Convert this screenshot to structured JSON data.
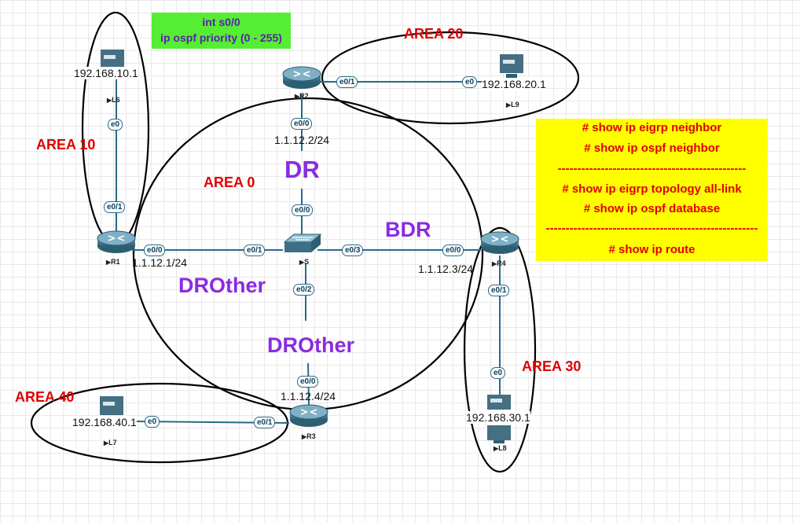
{
  "notes": {
    "interface_note": {
      "line1": "int s0/0",
      "line2": "ip ospf priority (0 - 255)"
    },
    "commands": {
      "cmd1": "# show ip eigrp neighbor",
      "cmd2": "# show ip ospf neighbor",
      "sep1": "------------------------------------------------",
      "cmd3": "# show ip eigrp topology all-link",
      "cmd4": "# show ip ospf database",
      "sep2": "------------------------------------------------------",
      "cmd5": "# show ip route"
    }
  },
  "areas": {
    "area0": "AREA 0",
    "area10": "AREA 10",
    "area20": "AREA 20",
    "area30": "AREA 30",
    "area40": "AREA 40"
  },
  "roles": {
    "dr": "DR",
    "bdr": "BDR",
    "drother_r1": "DROther",
    "drother_r3": "DROther"
  },
  "nodes": {
    "l6": {
      "name": "L6",
      "ip": "192.168.10.1",
      "port": "e0"
    },
    "l9": {
      "name": "L9",
      "ip": "192.168.20.1",
      "port": "e0"
    },
    "l8": {
      "name": "L8",
      "ip": "192.168.30.1",
      "port": "e0"
    },
    "l7": {
      "name": "L7",
      "ip": "192.168.40.1",
      "port": "e0"
    },
    "r1": {
      "name": "R1",
      "ip": "1.1.12.1/24",
      "port_up": "e0/1",
      "port_right": "e0/0"
    },
    "r2": {
      "name": "R2",
      "ip": "1.1.12.2/24",
      "port_right": "e0/1",
      "port_down": "e0/0"
    },
    "r3": {
      "name": "R3",
      "ip": "1.1.12.4/24",
      "port_up": "e0/0",
      "port_left": "e0/1"
    },
    "r4": {
      "name": "R4",
      "ip": "1.1.12.3/24",
      "port_left": "e0/0",
      "port_down": "e0/1"
    },
    "s": {
      "name": "S",
      "port_up": "e0/0",
      "port_left": "e0/1",
      "port_right": "e0/3",
      "port_down": "e0/2"
    }
  },
  "colors": {
    "area_label": "#e00000",
    "role_label": "#8a2be2",
    "note_green_bg": "#55ee33",
    "note_yellow_bg": "#ffff00",
    "link": "#2a6a8a",
    "device": "#3d6f85"
  }
}
